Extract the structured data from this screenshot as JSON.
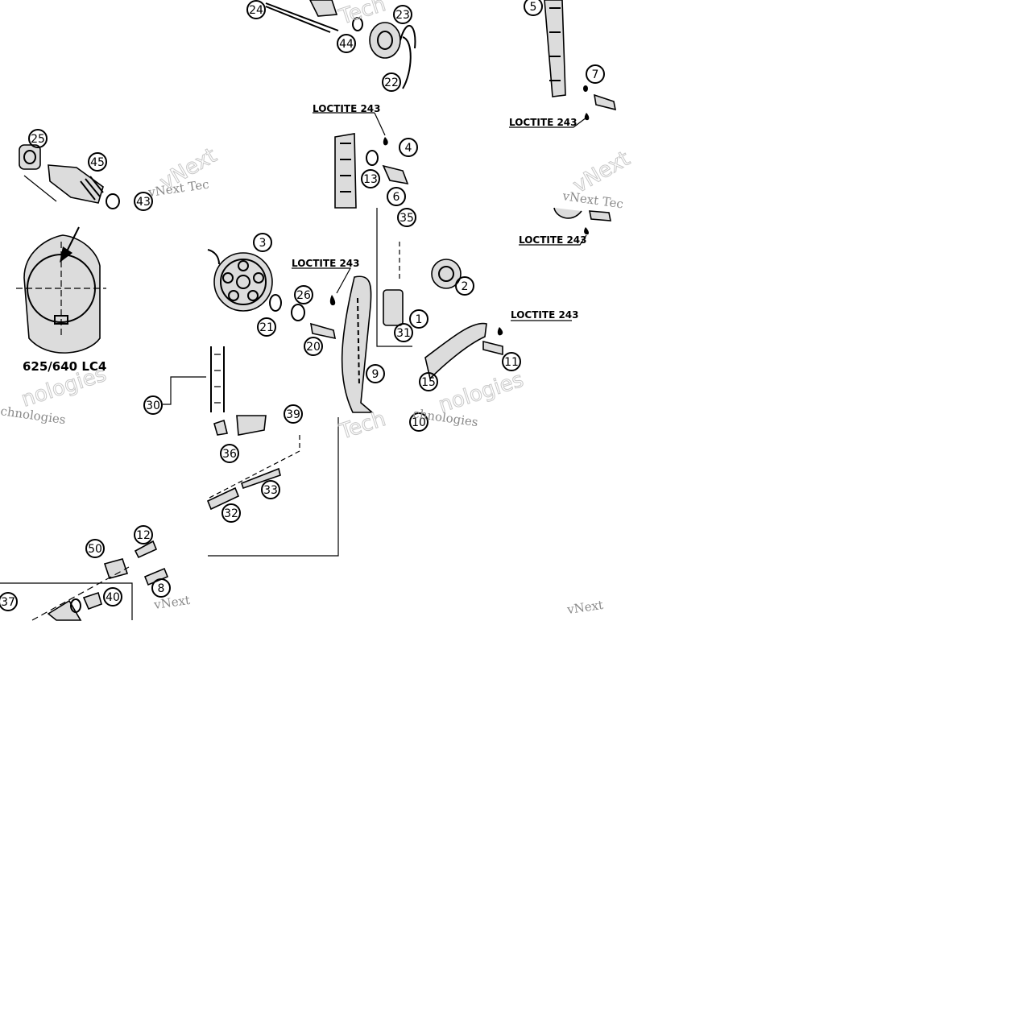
{
  "diagram": {
    "model_label": "625/640 LC4",
    "loctite_label": "LOCTITE 243",
    "watermark_brand": "vNext",
    "watermark_word_a": "Tech",
    "watermark_word_b": "nologies",
    "watermark_line": "vNext Tec",
    "watermark_tail": "chnologies",
    "part_numbers": {
      "p1": "1",
      "p2": "2",
      "p3": "3",
      "p4": "4",
      "p5": "5",
      "p6": "6",
      "p7": "7",
      "p8": "8",
      "p9": "9",
      "p10": "10",
      "p11": "11",
      "p12": "12",
      "p13": "13",
      "p15": "15",
      "p20": "20",
      "p21": "21",
      "p22": "22",
      "p23": "23",
      "p24": "24",
      "p25": "25",
      "p26": "26",
      "p30": "30",
      "p31": "31",
      "p32": "32",
      "p33": "33",
      "p35": "35",
      "p36": "36",
      "p37": "37",
      "p39": "39",
      "p40": "40",
      "p43": "43",
      "p44": "44",
      "p45": "45",
      "p50": "50"
    }
  }
}
